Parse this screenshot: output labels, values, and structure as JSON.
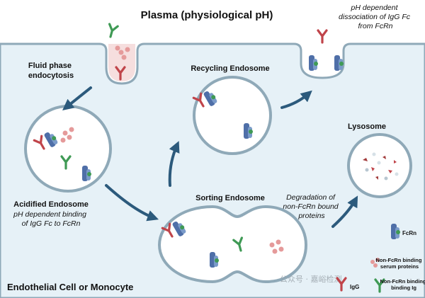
{
  "title": "Plasma (physiological pH)",
  "note_dissociation": [
    "pH dependent",
    "dissociation of IgG Fc",
    "from FcRn"
  ],
  "label_fluid_phase": [
    "Fluid phase",
    "endocytosis"
  ],
  "label_recycling": "Recycling Endosome",
  "label_lysosome": "Lysosome",
  "label_acidified": "Acidified Endosome",
  "note_binding": [
    "pH dependent binding",
    "of IgG Fc to FcRn"
  ],
  "label_sorting": "Sorting Endosome",
  "note_degradation": [
    "Degradation of",
    "non-FcRn bound",
    "proteins"
  ],
  "label_cell": "Endothelial Cell or Monocyte",
  "legend": {
    "fcrn": "FcRn",
    "serum_proteins": [
      "Non-FcRn binding",
      "serum proteins"
    ],
    "igg": "IgG",
    "ig": [
      "Non-FcRn binding",
      "binding Ig"
    ]
  },
  "watermark": "公众号 · 嘉峪检测",
  "colors": {
    "plasma_bg": "#ffffff",
    "cell_bg": "#e6f1f7",
    "membrane": "#8fa9b8",
    "arrow": "#2c5a7c",
    "igg_red": "#c0444a",
    "ig_green": "#3f9a55",
    "fcrn_blue": "#4f6fa8",
    "protein_pink": "#e59a9a"
  }
}
